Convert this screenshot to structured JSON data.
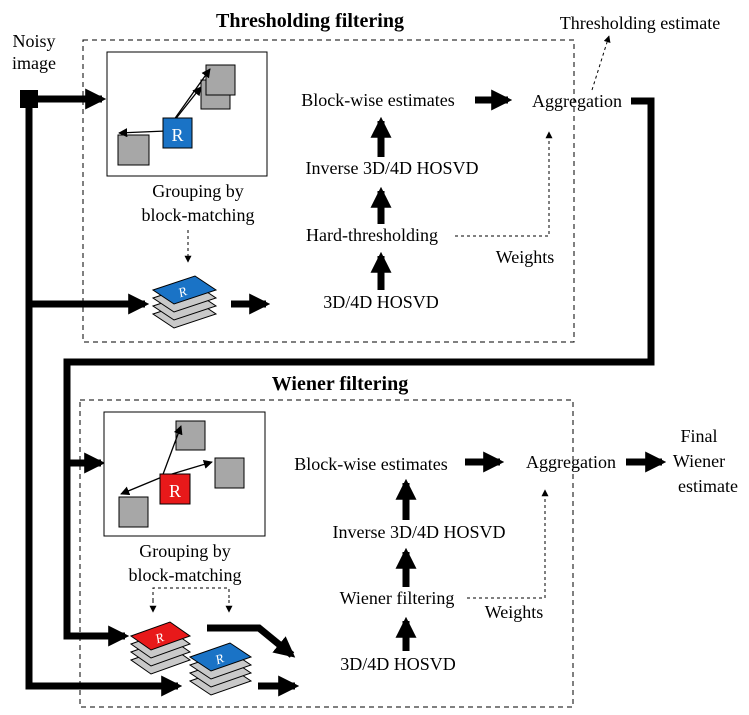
{
  "top": {
    "title": "Thresholding  filtering",
    "input_label_1": "Noisy",
    "input_label_2": "image",
    "output_label": "Thresholding  estimate",
    "grouping_line1": "Grouping by",
    "grouping_line2": "block-matching",
    "reference_letter": "R",
    "hosvd": "3D/4D HOSVD",
    "threshold": "Hard-thresholding",
    "inverse": "Inverse  3D/4D HOSVD",
    "blockwise": "Block-wise  estimates",
    "aggregation": "Aggregation",
    "weights": "Weights"
  },
  "bottom": {
    "title": "Wiener filtering",
    "grouping_line1": "Grouping by",
    "grouping_line2": "block-matching",
    "reference_letter": "R",
    "hosvd": "3D/4D HOSVD",
    "wiener": "Wiener  filtering",
    "inverse": "Inverse  3D/4D HOSVD",
    "blockwise": "Block-wise  estimates",
    "aggregation": "Aggregation",
    "weights": "Weights",
    "output_line1": "Final",
    "output_line2": "Wiener",
    "output_line3": "estimate"
  },
  "colors": {
    "reference_blue": "#1a73c6",
    "reference_red": "#e8191a",
    "block_gray": "#a7a7a7"
  }
}
